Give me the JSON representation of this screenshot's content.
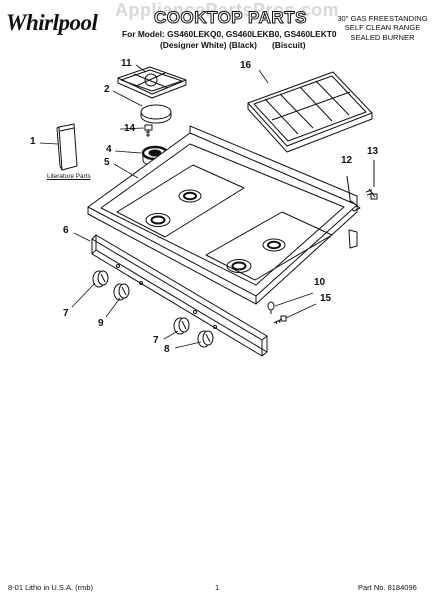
{
  "header": {
    "brand": "Whirlpool",
    "watermark": "AppliancePartsPros.com",
    "title": "COOKTOP PARTS",
    "model_line": "For Model: GS460LEKQ0, GS460LEKB0, GS460LEKT0",
    "variants": [
      "(Designer White)",
      "(Black)",
      "(Biscuit)"
    ],
    "description": [
      "30\" GAS FREESTANDING",
      "SELF CLEAN RANGE",
      "SEALED BURNER"
    ]
  },
  "callouts": [
    "1",
    "2",
    "4",
    "5",
    "6",
    "7",
    "7",
    "8",
    "9",
    "10",
    "11",
    "12",
    "13",
    "14",
    "15",
    "16"
  ],
  "literature_label": "Literature Parts",
  "footer": {
    "left": "8-01 Litho in U.S.A. (rmb)",
    "page": "1",
    "part_no": "Part No. 8184096"
  },
  "colors": {
    "line": "#111111",
    "paper": "#ffffff"
  }
}
